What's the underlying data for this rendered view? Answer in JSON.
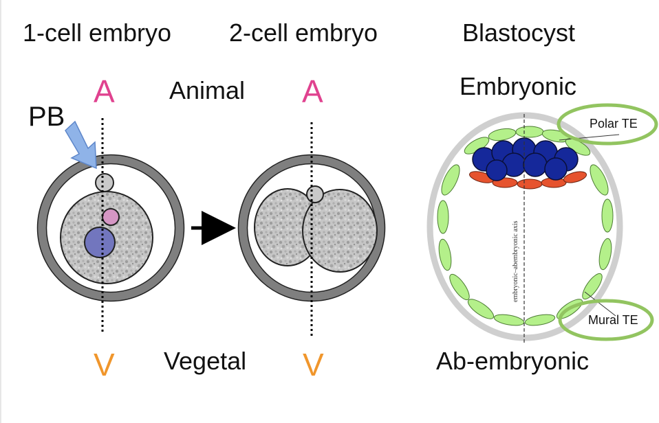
{
  "titles": {
    "one_cell": "1-cell embryo",
    "two_cell": "2-cell embryo",
    "blastocyst": "Blastocyst"
  },
  "labels": {
    "pb": "PB",
    "animal": "Animal",
    "vegetal": "Vegetal",
    "a": "A",
    "v": "V",
    "embryonic": "Embryonic",
    "ab_embryonic": "Ab-embryonic",
    "polar_te": "Polar TE",
    "mural_te": "Mural TE",
    "axis": "embryonic–abembryonic axis"
  },
  "colors": {
    "animal_pole": "#e0428f",
    "vegetal_pole": "#f0962c",
    "zona": "#7f7f7f",
    "cytoplasm": "#c4c4c4",
    "pronucleus_female": "#d596c4",
    "pronucleus_male": "#7276be",
    "pb_arrow": "#8fb3e8",
    "icm": "#15289a",
    "primitive_endoderm": "#e6532e",
    "trophectoderm": "#b4f08a",
    "te_highlight": "#92c460",
    "zona_blastocyst": "#cfcfcf"
  }
}
